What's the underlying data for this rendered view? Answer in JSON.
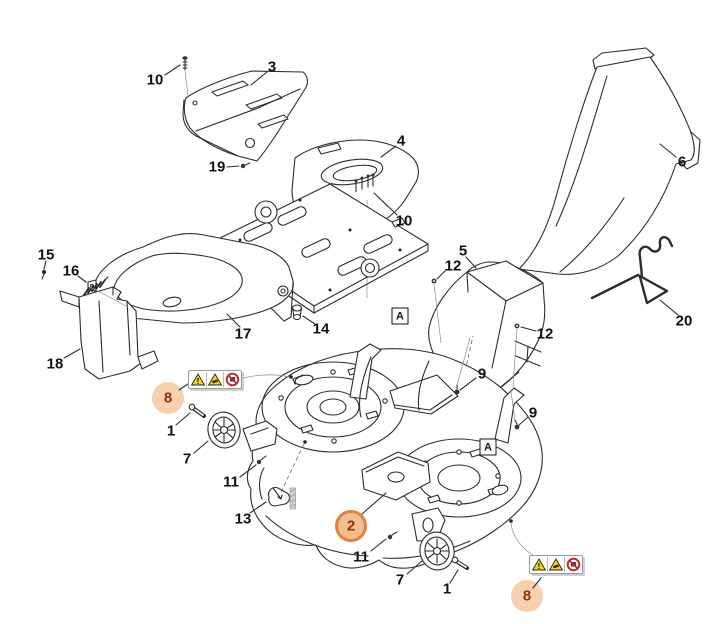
{
  "colors": {
    "diagram_line": "#2d2d2d",
    "highlight_soft": "#f7d0ad",
    "highlight_ring_fill": "#f5bd8d",
    "highlight_ring_stroke": "#e1833f",
    "highlight_text": "#7b3a0e",
    "warning_yellow": "#f6d40e",
    "warning_red": "#c4232b",
    "label_text": "#111111"
  },
  "callouts": [
    {
      "text": "10"
    },
    {
      "text": "3"
    },
    {
      "text": "19"
    },
    {
      "text": "4"
    },
    {
      "text": "6"
    },
    {
      "text": "10"
    },
    {
      "text": "15"
    },
    {
      "text": "16"
    },
    {
      "text": "17"
    },
    {
      "text": "18"
    },
    {
      "text": "14"
    },
    {
      "text": "5"
    },
    {
      "text": "12"
    },
    {
      "text": "12"
    },
    {
      "text": "9"
    },
    {
      "text": "9"
    },
    {
      "text": "20"
    },
    {
      "text": "8"
    },
    {
      "text": "1"
    },
    {
      "text": "7"
    },
    {
      "text": "11"
    },
    {
      "text": "13"
    },
    {
      "text": "2"
    },
    {
      "text": "11"
    },
    {
      "text": "7"
    },
    {
      "text": "1"
    },
    {
      "text": "8"
    }
  ],
  "ref_markers": [
    {
      "text": "A"
    },
    {
      "text": "A"
    }
  ],
  "warning_labels": [
    {
      "icons": [
        "warning-triangle-exclamation",
        "warning-triangle-blade",
        "prohibition-circle"
      ]
    },
    {
      "icons": [
        "warning-triangle-exclamation",
        "warning-triangle-blade",
        "prohibition-circle"
      ]
    }
  ]
}
